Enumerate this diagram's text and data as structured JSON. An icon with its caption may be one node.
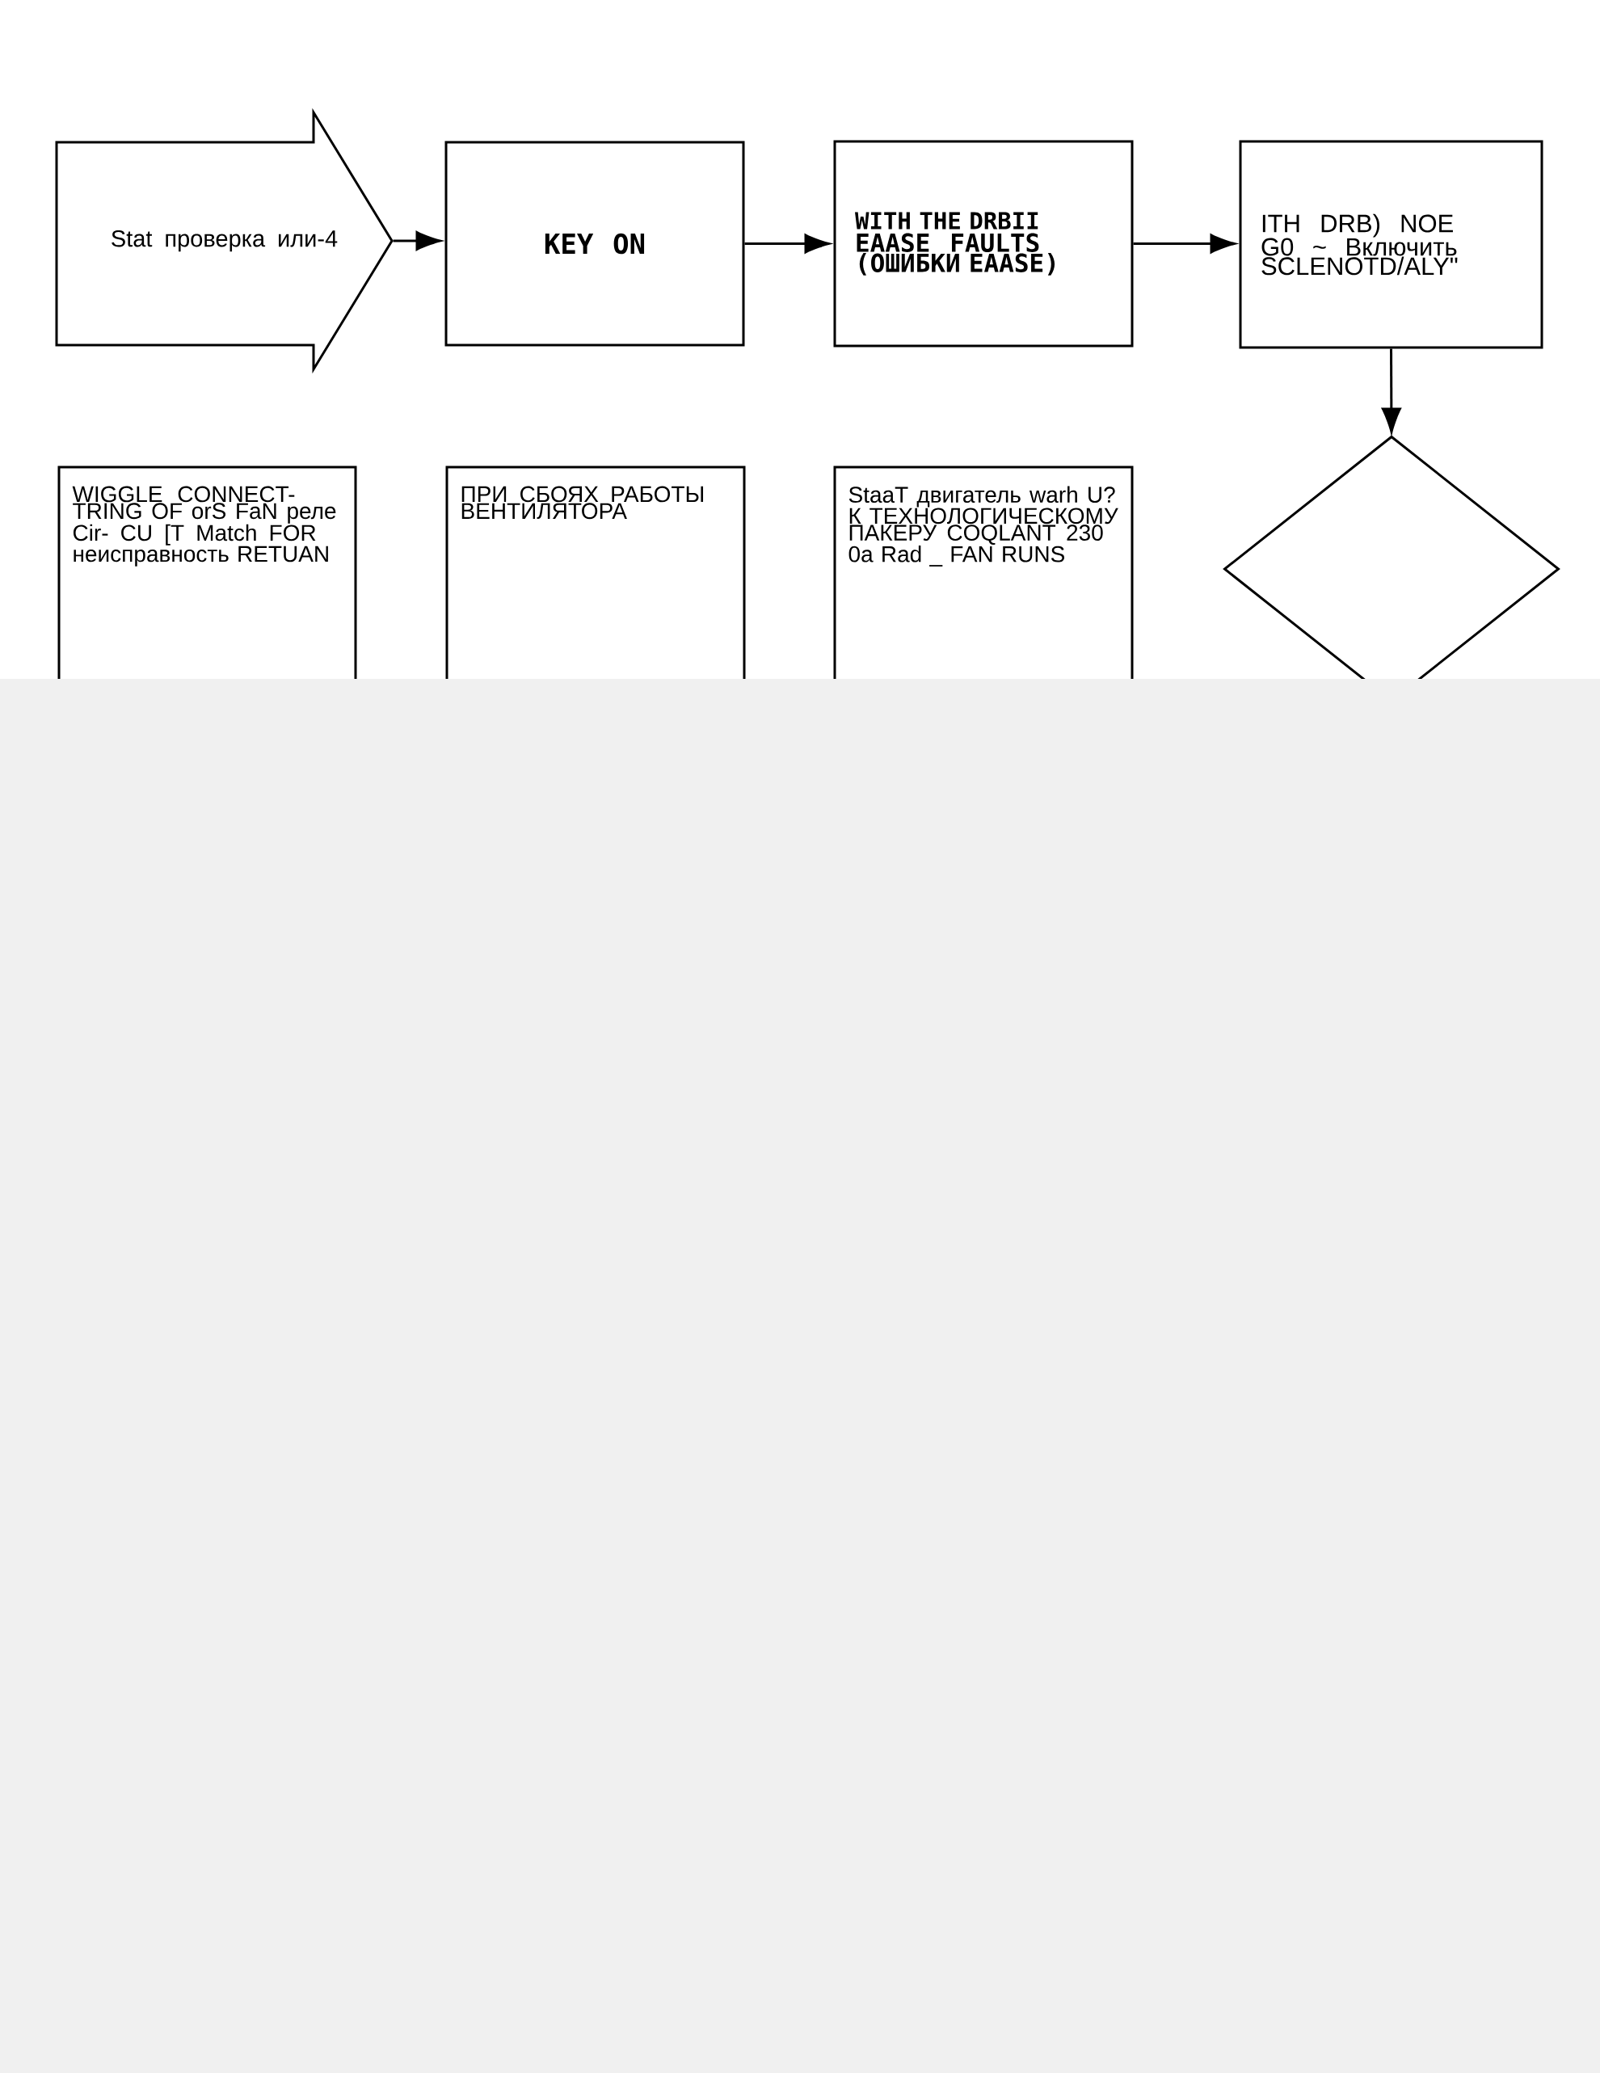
{
  "diagram": {
    "nodes": [
      {
        "text": [
          "Stat проверка или-4"
        ]
      },
      {
        "text": [
          "KEY ON"
        ]
      },
      {
        "text": [
          "WITH THE DRBII",
          "EAASE FAULTS (ОШИБКИ EAASE)"
        ]
      },
      {
        "text": [
          "ITH DRB) NOE G0 ~ Включить SCLENOTD/ALY\""
        ]
      },
      {
        "text": [],
        "shape": "diamond"
      },
      {
        "text": [
          "WIGGLE CONNECT- TRING OF orS FaN реле Cir- CU [T Match FOR неисправность RETUAN"
        ]
      },
      {
        "text": [
          "ПРИ СБОЯХ РАБОТЫ ВЕНТИЛЯТОРА"
        ]
      },
      {
        "text": [
          "StaaT двигатель warh U? К ТЕХНОЛОГИЧЕСКОМУ ПАКЕРУ COQLANT 230 0a Rad _ FAN RUNS"
        ]
      }
    ],
    "edges": [
      {
        "from": 0,
        "to": 1,
        "arrow": "to"
      },
      {
        "from": 1,
        "to": 2,
        "arrow": "to"
      },
      {
        "from": 2,
        "to": 3,
        "arrow": "to"
      },
      {
        "from": 3,
        "to": 4,
        "arrow": "to"
      }
    ]
  }
}
